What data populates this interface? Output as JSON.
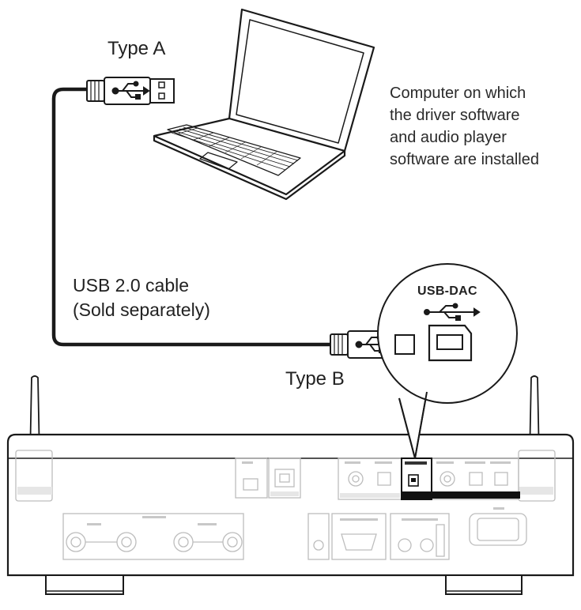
{
  "labels": {
    "type_a": "Type A",
    "type_b": "Type B",
    "computer_description": [
      "Computer on which",
      "the driver software",
      "and audio player",
      "software are installed"
    ],
    "cable_description": [
      "USB 2.0 cable",
      "(Sold separately)"
    ],
    "usb_dac_callout": "USB-DAC"
  },
  "colors": {
    "line": "#1a1a1a",
    "panel_line": "#bdbdbd",
    "highlight": "#111111"
  },
  "icons": [
    "laptop-icon",
    "usb-type-a-plug-icon",
    "usb-type-b-plug-icon",
    "usb-symbol-icon",
    "usb-b-port-icon",
    "wifi-antenna-icon"
  ]
}
